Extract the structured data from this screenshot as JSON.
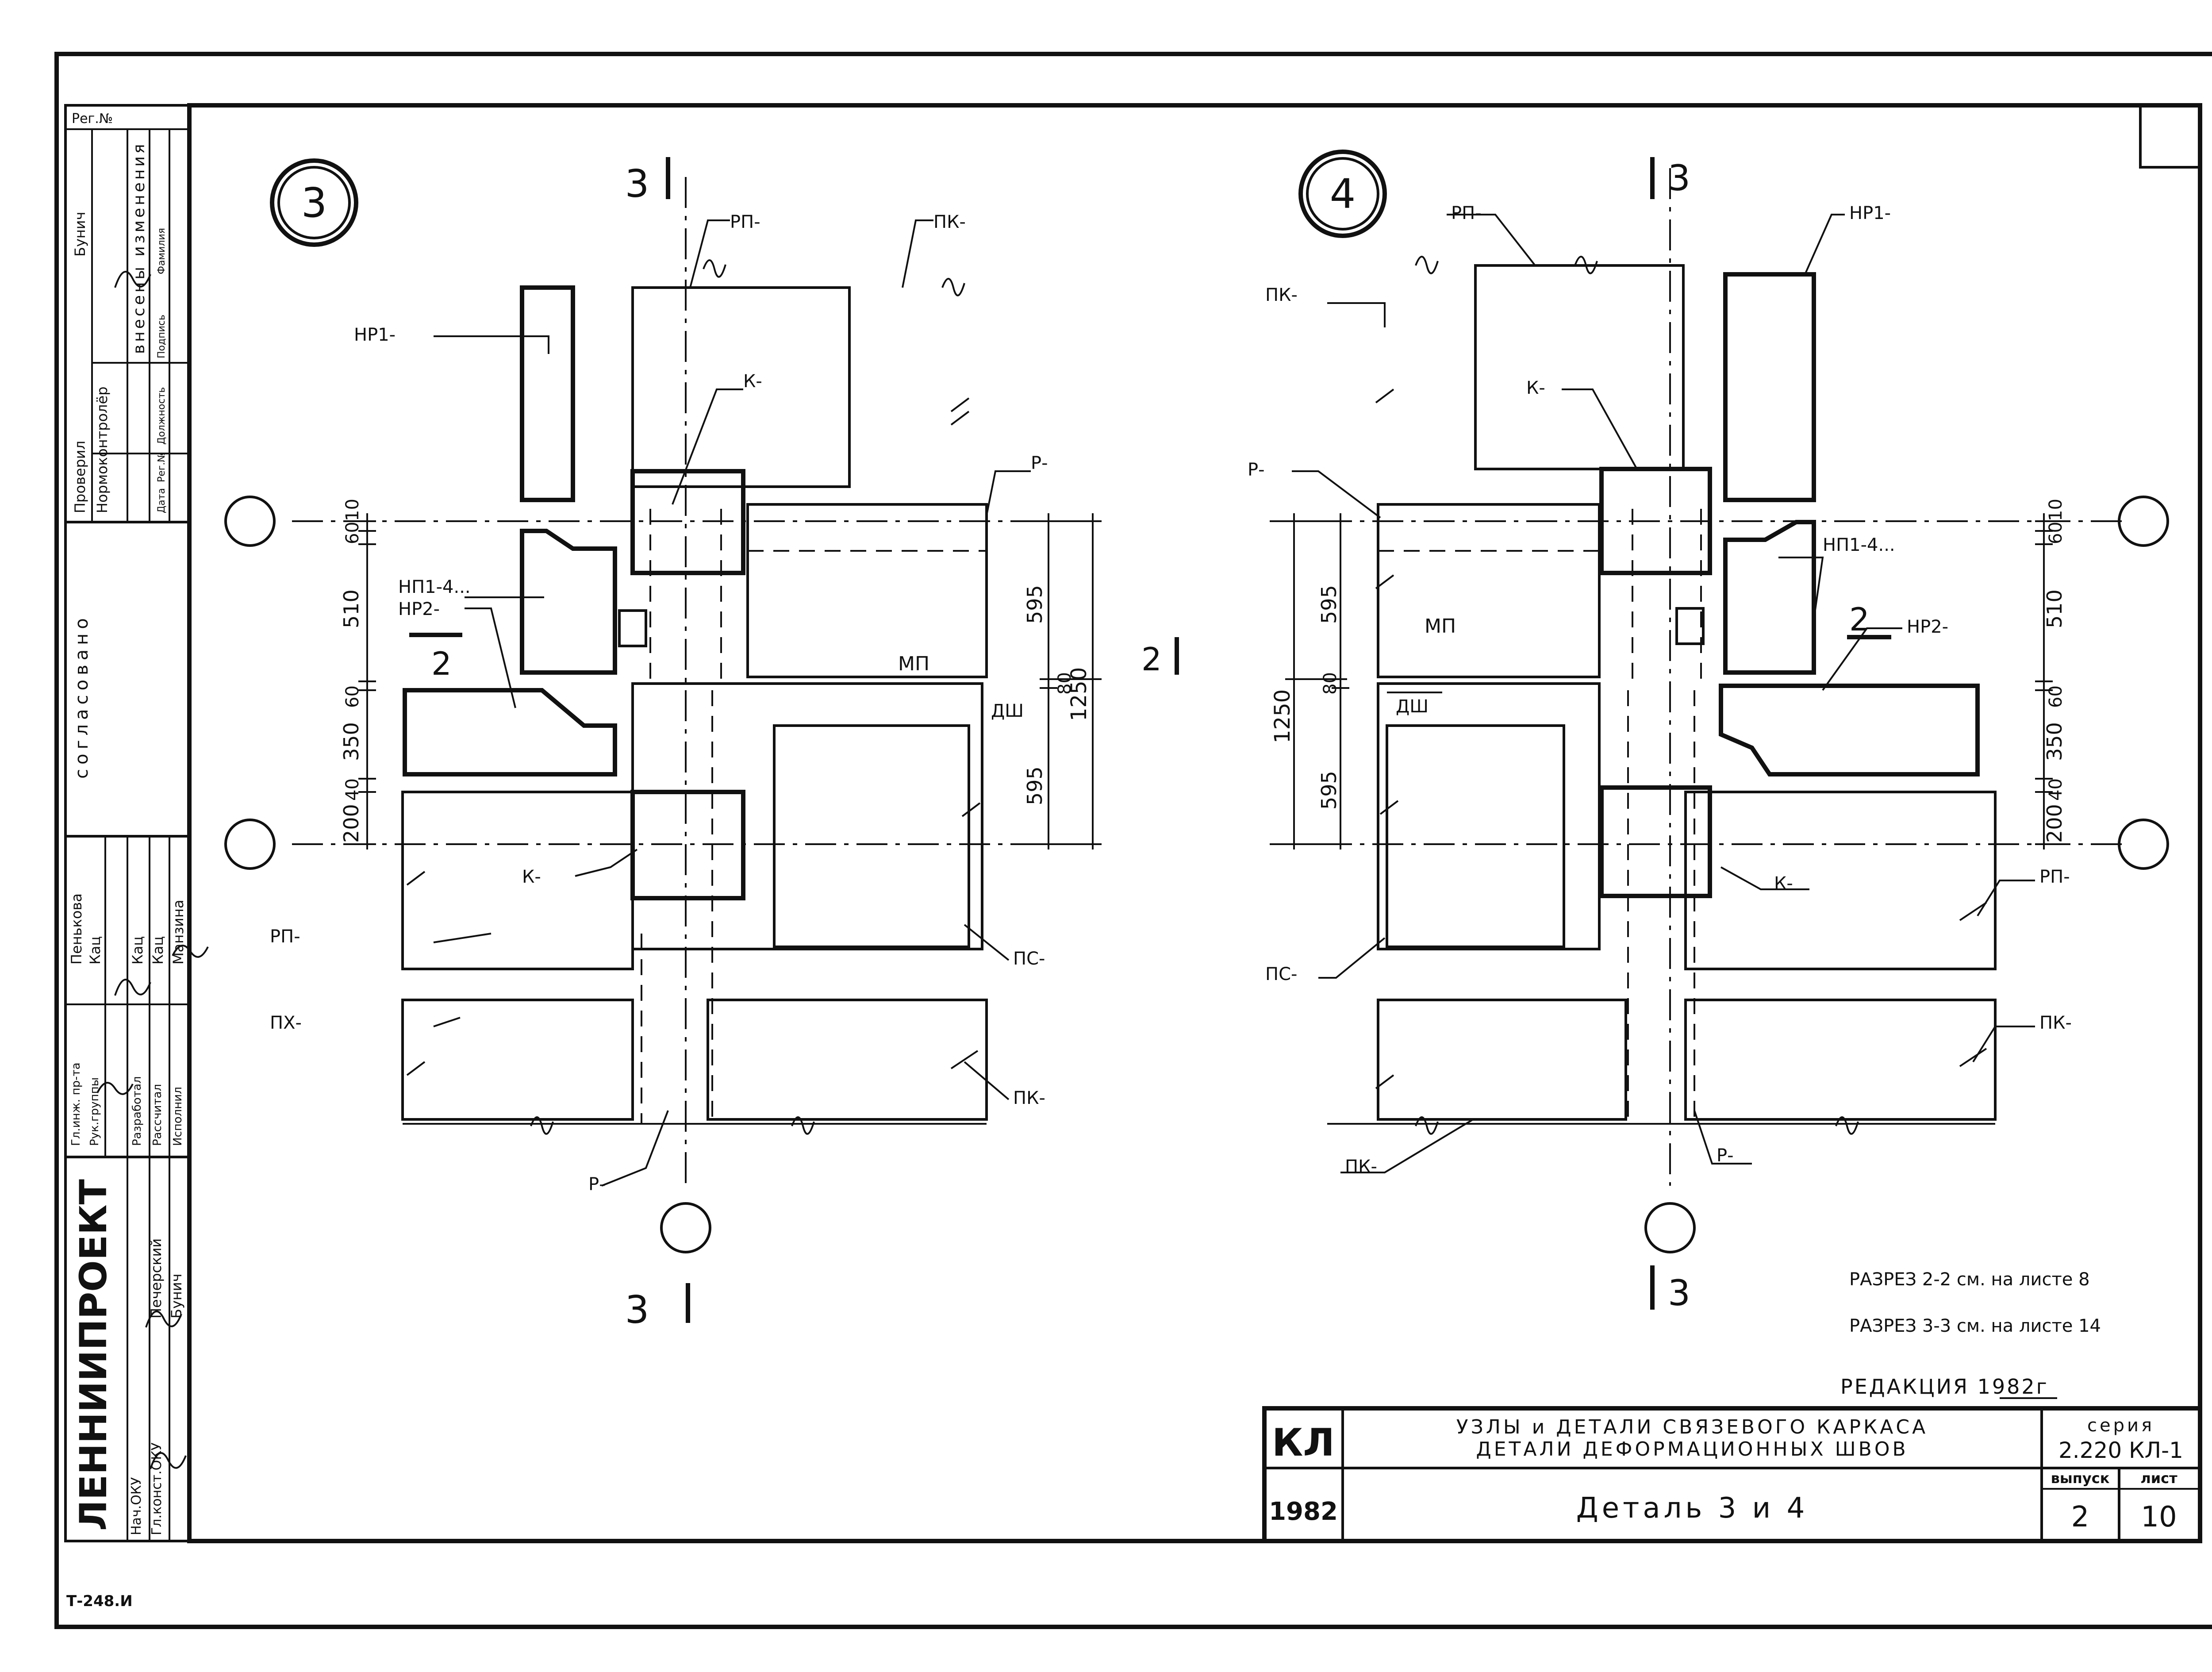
{
  "stamp": {
    "reg_no": "Рег.№",
    "check_rows": [
      "Проверил",
      "Нормоконтролёр"
    ],
    "check_names": [
      "Бунич"
    ],
    "changes_header": "внесены изменения",
    "changes_columns": [
      "Дата",
      "Рег.№",
      "Должность",
      "Подпись",
      "Фамилия"
    ],
    "agreed": "согласовано",
    "roles": [
      "Гл.инж. пр-та",
      "Рук.группы",
      "Разработал",
      "Рассчитал",
      "Исполнил"
    ],
    "names": [
      "Пенькова",
      "Кац",
      "Кац",
      "Кац",
      "Манзина"
    ],
    "org": "ЛЕННИИПРОЕКТ",
    "heads": [
      "Нач.ОКУ",
      "Гл.конст.ОКУ"
    ],
    "head_names": [
      "Печерский",
      "Бунич"
    ],
    "footer_code": "Т-248.И"
  },
  "detail3": {
    "badge": "3",
    "cut_top": "3",
    "cut_bottom": "3",
    "cut_side": "2",
    "labels": [
      "РП-",
      "ПК-",
      "НР1-",
      "К-",
      "Р-",
      "НП1-4...",
      "НР2-",
      "МП",
      "ДШ",
      "К-",
      "РП-",
      "ПС-",
      "ПХ-",
      "ПК-",
      "Р-"
    ],
    "dims_left": [
      "10",
      "60",
      "510",
      "60",
      "350",
      "40",
      "200"
    ],
    "dims_right": [
      "595",
      "80",
      "1250",
      "595"
    ]
  },
  "detail4": {
    "badge": "4",
    "cut_top": "3",
    "cut_bottom": "3",
    "cut_side": "2",
    "labels": [
      "РП-",
      "НР1-",
      "ПК-",
      "К-",
      "Р-",
      "НП1-4...",
      "НР2-",
      "МП",
      "ДШ",
      "К-",
      "ПС-",
      "РП-",
      "ПК-",
      "ПК-",
      "Р-"
    ],
    "dims_left": [
      "595",
      "80",
      "1250",
      "595"
    ],
    "dims_right": [
      "10",
      "60",
      "510",
      "60",
      "350",
      "40",
      "200"
    ]
  },
  "section_marker_mid": "2",
  "notes": [
    "РАЗРЕЗ 2-2 см. на листе 8",
    "РАЗРЕЗ 3-3 см. на листе 14",
    "РЕДАКЦИЯ 1982г"
  ],
  "titleblock": {
    "kl": "КЛ",
    "year": "1982",
    "title_line1": "УЗЛЫ и ДЕТАЛИ СВЯЗЕВОГО КАРКАСА",
    "title_line2": "ДЕТАЛИ ДЕФОРМАЦИОННЫХ ШВОВ",
    "subtitle": "Деталь 3 и 4",
    "series_label": "серия",
    "series_value": "2.220 КЛ-1",
    "issue_label": "выпуск",
    "issue_value": "2",
    "sheet_label": "лист",
    "sheet_value": "10"
  }
}
